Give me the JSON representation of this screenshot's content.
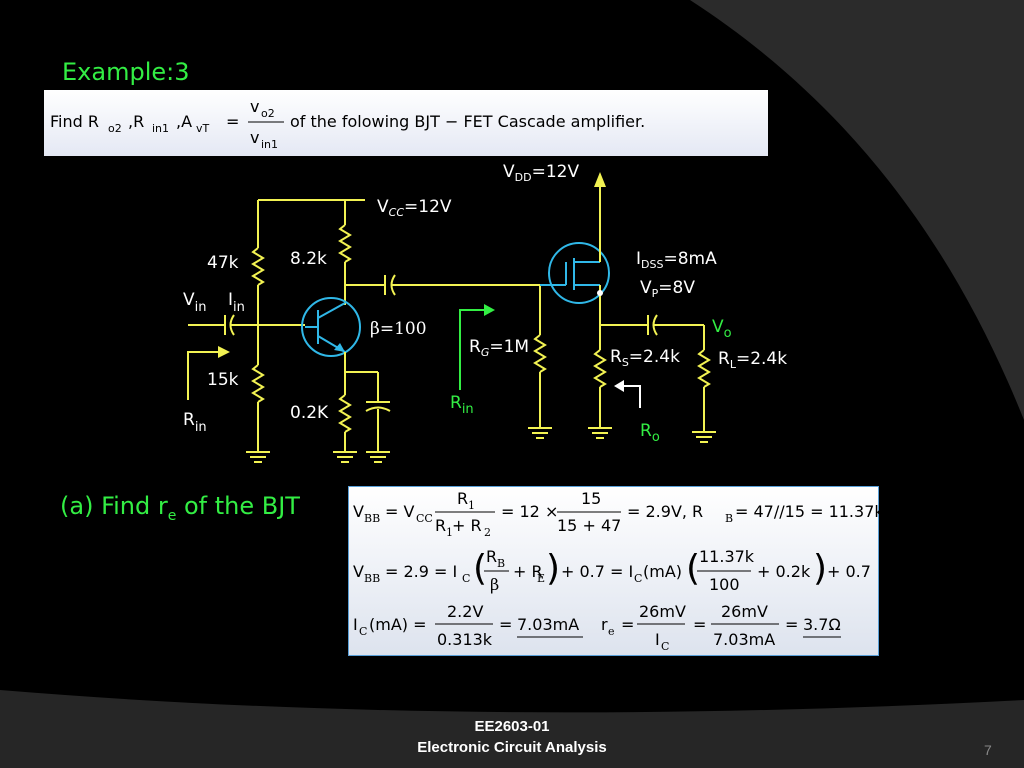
{
  "slide": {
    "title": "Example:3",
    "part_a": "(a) Find r",
    "part_a_sub": "e",
    "part_a_tail": " of the BJT",
    "footer_line1": "EE2603-01",
    "footer_line2": "Electronic Circuit Analysis",
    "page_number": "7"
  },
  "problem": {
    "find": "Find R",
    "ro2_sub": "o2",
    "rin1": ",R",
    "rin1_sub": "in1",
    "avt": ",A",
    "avt_sub": "vT",
    "eq": "=",
    "num": "v",
    "num_sub": "o2",
    "den": "v",
    "den_sub": "in1",
    "tail": "of the folowing BJT − FET Cascade amplifier."
  },
  "circuit": {
    "vdd": "V",
    "vdd_sub": "DD",
    "vdd_val": "=12V",
    "vcc": "V",
    "vcc_sub": "CC",
    "vcc_val": "=12V",
    "r47": "47k",
    "r82": "8.2k",
    "vin": "V",
    "vin_sub": "in",
    "iin": "I",
    "iin_sub": "in",
    "beta": "β=100",
    "r15": "15k",
    "re": "0.2K",
    "rin": "R",
    "rin_sub": "in",
    "rg": "R",
    "rg_sub": "G",
    "rg_val": "=1M",
    "rin2": "R",
    "rin2_sub": "in",
    "idss": "I",
    "idss_sub": "DSS",
    "idss_val": "=8mA",
    "vp": "V",
    "vp_sub": "P",
    "vp_val": "=8V",
    "vo": "V",
    "vo_sub": "o",
    "rs": "R",
    "rs_sub": "S",
    "rs_val": "=2.4k",
    "rl": "R",
    "rl_sub": "L",
    "rl_val": "=2.4k",
    "ro": "R",
    "ro_sub": "o"
  },
  "equations": {
    "l1": {
      "vbb": "V",
      "vbb_sub": "BB",
      "eq1": "= V",
      "vcc_sub": "CC",
      "f1_num": "R",
      "f1_num_sub": "1",
      "f1_den": "R",
      "f1_den_s1": "1",
      "f1_den_mid": " + R",
      "f1_den_s2": "2",
      "eq2": "= 12 ×",
      "f2_num": "15",
      "f2_den": "15 + 47",
      "rest": "= 2.9V, R",
      "rb_sub": "B",
      "rest2": "= 47//15 = 11.37k"
    },
    "l2": {
      "vbb": "V",
      "vbb_sub": "BB",
      "eq1": "= 2.9 = I",
      "ic_sub": "C",
      "f1_num": "R",
      "f1_num_sub": "B",
      "f1_den": "β",
      "plus_re": "+ R",
      "re_sub": "E",
      "mid": "+ 0.7 = I",
      "ic2_sub": "C",
      "ma": "(mA)",
      "f2_num": "11.37k",
      "f2_den": "100",
      "tail": "+ 0.2k",
      "end": "+ 0.7"
    },
    "l3": {
      "ic": "I",
      "ic_sub": "C",
      "ma": "(mA) =",
      "f1_num": "2.2V",
      "f1_den": "0.313k",
      "eq": "=",
      "result1": "7.03mA",
      "re": "r",
      "re_sub": "e",
      "eq2": "=",
      "f2_num": "26mV",
      "f2_den": "I",
      "f2_den_sub": "C",
      "eq3": "=",
      "f3_num": "26mV",
      "f3_den": "7.03mA",
      "eq4": "=",
      "result2": "3.7Ω"
    }
  },
  "colors": {
    "background": "#000000",
    "title_green": "#33ee44",
    "wire_yellow": "#f2f252",
    "transistor_cyan": "#30b8e8",
    "box_border": "#5aa0d8"
  }
}
